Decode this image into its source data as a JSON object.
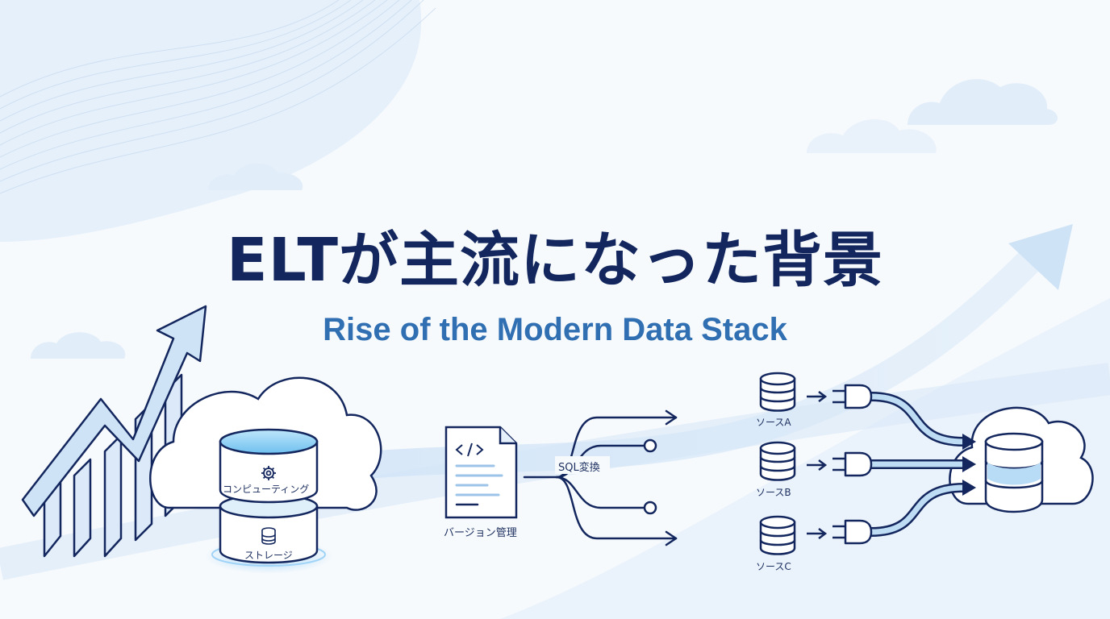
{
  "title": "ELTが主流になった背景",
  "subtitle": "Rise of the Modern Data Stack",
  "left_cluster": {
    "computing_label": "コンピューティング",
    "storage_label": "ストレージ"
  },
  "middle_cluster": {
    "version_label": "バージョン管理",
    "transform_label": "SQL変換"
  },
  "right_cluster": {
    "sources": [
      {
        "label": "ソースA"
      },
      {
        "label": "ソースB"
      },
      {
        "label": "ソースC"
      }
    ]
  },
  "colors": {
    "navy": "#13275e",
    "accent_blue": "#2f6fb2",
    "pale_blue": "#cfe3f7",
    "background": "#f7fafd"
  },
  "icons": [
    "cloud-icon",
    "growth-arrow-icon",
    "gear-icon",
    "database-icon",
    "code-file-icon",
    "plug-icon"
  ]
}
